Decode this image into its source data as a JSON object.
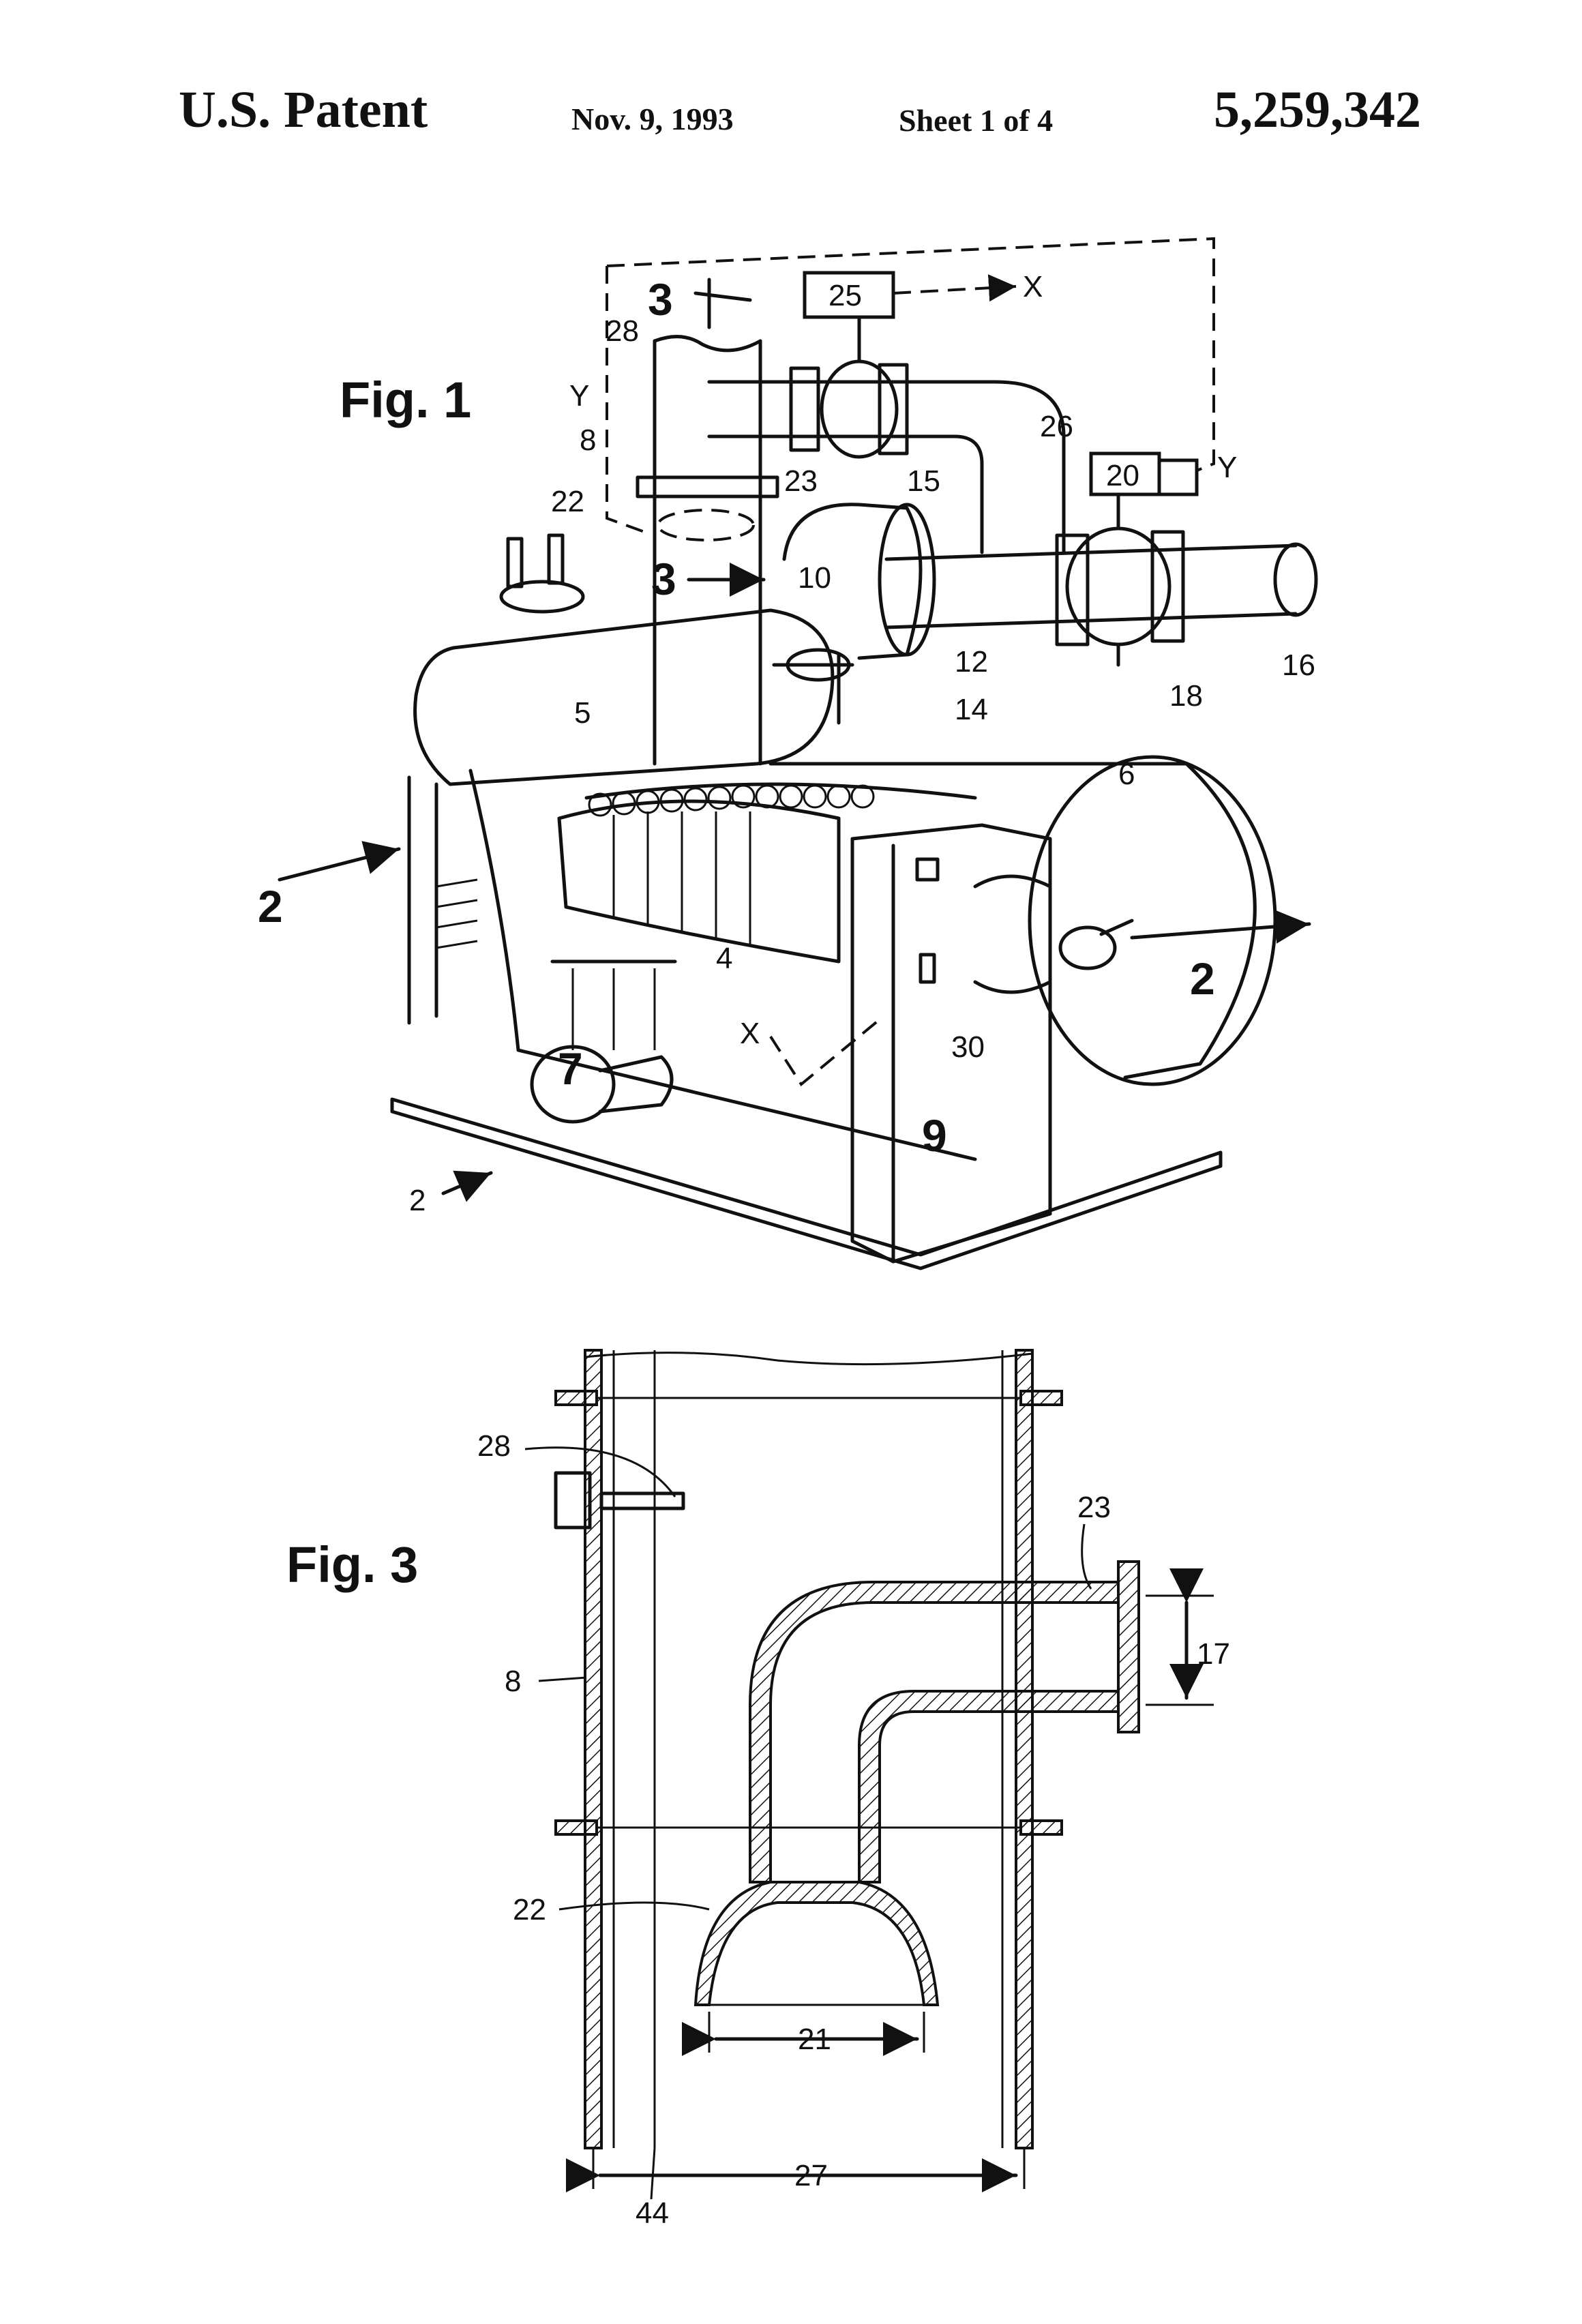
{
  "header": {
    "left": "U.S. Patent",
    "date": "Nov. 9, 1993",
    "sheet": "Sheet 1 of 4",
    "number": "5,259,342"
  },
  "fig1": {
    "title": "Fig. 1",
    "refs": {
      "r25": "25",
      "x_top": "X",
      "r3_top": "3",
      "r28": "28",
      "y_left": "Y",
      "r8": "8",
      "r23": "23",
      "r26": "26",
      "r20": "20",
      "y_right": "Y",
      "r22": "22",
      "r15": "15",
      "r3_mid": "3",
      "r10": "10",
      "r12": "12",
      "r16": "16",
      "r18": "18",
      "r14": "14",
      "r5": "5",
      "r6": "6",
      "r2_left": "2",
      "r2_right": "2",
      "r4": "4",
      "x_mid": "X",
      "r30": "30",
      "r7": "7",
      "r9": "9",
      "r2_bottom": "2"
    }
  },
  "fig3": {
    "title": "Fig. 3",
    "refs": {
      "r28": "28",
      "r23": "23",
      "r17": "17",
      "r8": "8",
      "r22": "22",
      "r21": "21",
      "r27": "27",
      "r44": "44"
    }
  }
}
